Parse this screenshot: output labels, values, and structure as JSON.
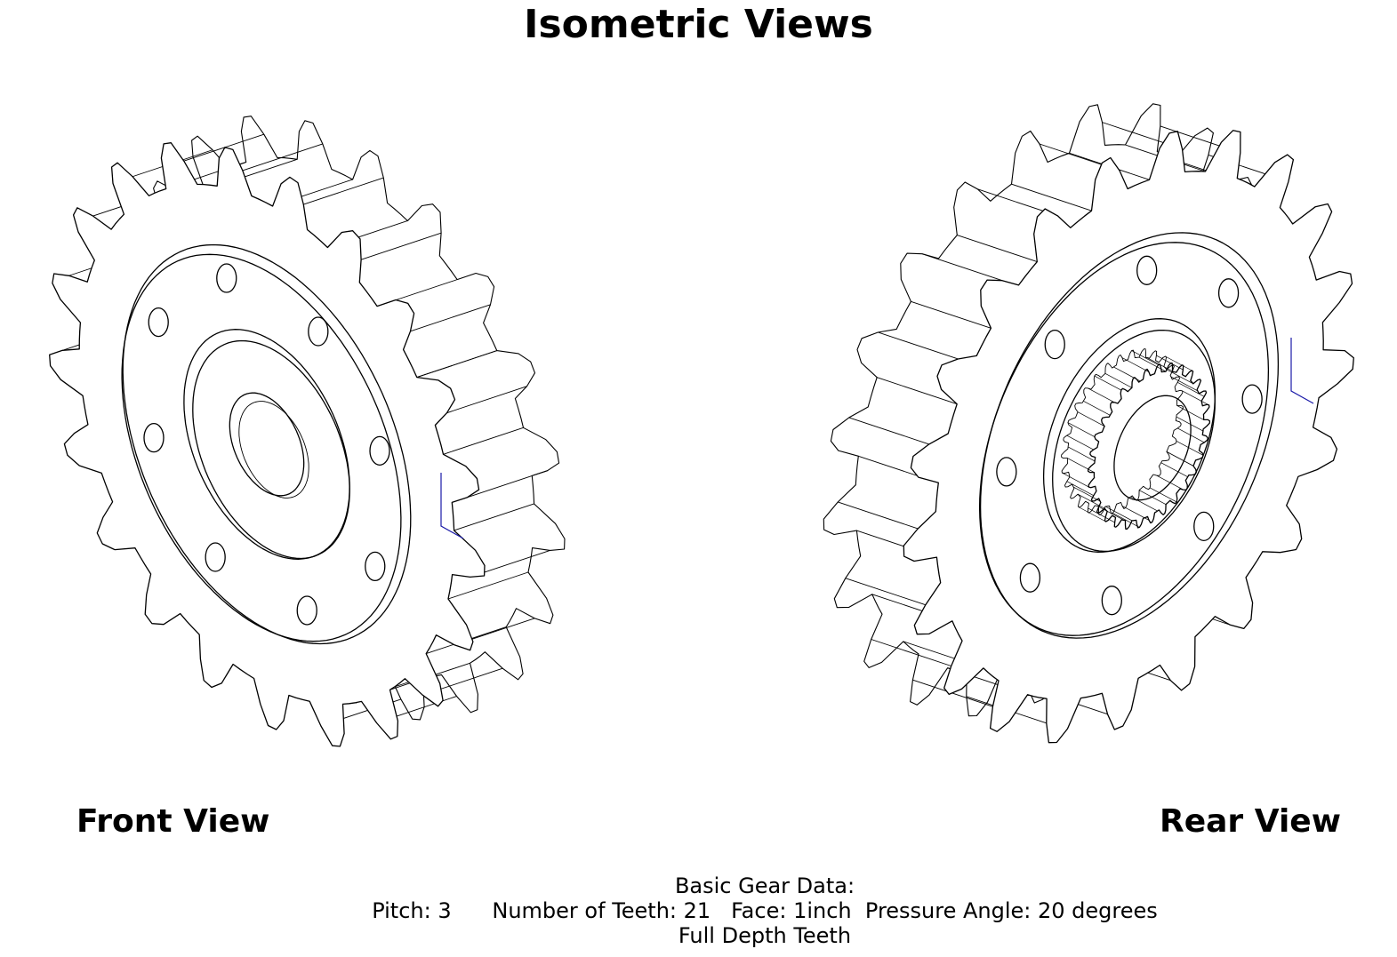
{
  "title": "Isometric Views",
  "views": {
    "front_label": "Front View",
    "rear_label": "Rear View"
  },
  "gear": {
    "teeth": 21,
    "rear_spline_teeth": 30
  },
  "gear_data": {
    "heading": "Basic Gear Data:",
    "pitch": "Pitch: 3",
    "teeth": "Number of Teeth: 21",
    "face": "Face: 1inch",
    "pressure_angle": "Pressure Angle: 20 degrees",
    "depth": "Full Depth Teeth"
  },
  "colors": {
    "line": "#000000",
    "axis": "#1a1aa8",
    "background": "#ffffff"
  }
}
